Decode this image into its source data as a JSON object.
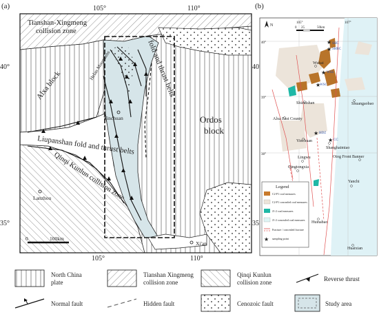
{
  "panels": {
    "a": {
      "label": "(a)",
      "lon_ticks": [
        "105°",
        "110°"
      ],
      "lat_ticks": [
        "40°",
        "35°"
      ],
      "bottom_lon_ticks": [
        "105°",
        "110°"
      ],
      "regions": {
        "tianshan": "Tianshan-Xingmeng collision zone",
        "alxa": "Alxa block",
        "ordos": "Ordos block",
        "helan": "Helan Mountains",
        "foldbelt": "fold and thrust belts",
        "liupanshan": "Liupanshan fold and thrust belts",
        "qinqi": "Qinqi Kunlun collision zone"
      },
      "cities": [
        "Yinchuan",
        "Lanzhou",
        "Xi'an"
      ],
      "scale": {
        "zero": "0",
        "label": "100km"
      }
    },
    "b": {
      "label": "(b)",
      "north": "N",
      "lon_ticks": [
        "105°",
        "107°"
      ],
      "lat_ticks": [
        "40°",
        "39°",
        "38°"
      ],
      "scale": {
        "a": "0",
        "b": "25",
        "c": "50km"
      },
      "places": [
        "Wuhai",
        "Shizuishan",
        "Alxa East County",
        "Shuangaobao",
        "Yinchuan",
        "Shanghaimiao",
        "Lingwu",
        "Otog Front Banner",
        "Qingtongxia",
        "Yanchi",
        "Huinabao",
        "Huaixian"
      ],
      "sample_codes": [
        "SHC",
        "SHBC",
        "WSS",
        "WSC",
        "HDZ",
        "CC"
      ],
      "legend": {
        "title": "Legend",
        "items": [
          {
            "label": "C2-P1 coal measures",
            "color": "#c87a2c"
          },
          {
            "label": "C2-P1 concealed coal measures",
            "color": "#ece4da"
          },
          {
            "label": "J1-2 coal measures",
            "color": "#1fb8a6"
          },
          {
            "label": "J1-2 concealed coal measures",
            "color": "#dff4f4"
          },
          {
            "label": "Fracture / concealed fracture",
            "color": "#e05050"
          },
          {
            "label": "sampling point",
            "color": "#f2d21e"
          }
        ]
      }
    }
  },
  "legend": [
    {
      "label": "North China plate",
      "icon": "vertical-lines-swatch"
    },
    {
      "label": "Tianshan Xingmeng collision zone",
      "icon": "diagonal-lines-swatch"
    },
    {
      "label": "Qinqi Kunlun collision zone",
      "icon": "antidiagonal-lines-swatch"
    },
    {
      "label": "Reverse thrust",
      "icon": "reverse-thrust-icon"
    },
    {
      "label": "Normal fault",
      "icon": "normal-fault-icon"
    },
    {
      "label": "Hidden fault",
      "icon": "hidden-fault-icon"
    },
    {
      "label": "Cenozoic fault",
      "icon": "dots-swatch"
    },
    {
      "label": "Study area",
      "icon": "study-area-swatch"
    }
  ]
}
